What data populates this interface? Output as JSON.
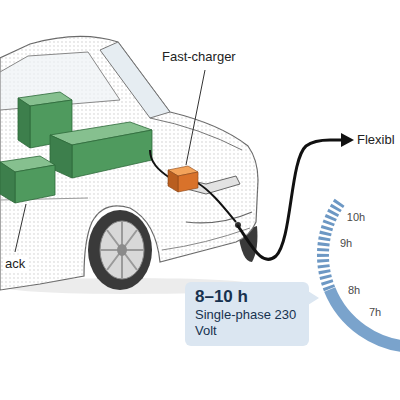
{
  "diagram": {
    "nodes": [
      {
        "text": [
          "8–10 h",
          "Single-phase 230 Volt"
        ]
      }
    ],
    "labels": [
      "Fast-charger",
      "ack",
      "Flexibl",
      "10h",
      "9h",
      "8h",
      "7h"
    ]
  }
}
